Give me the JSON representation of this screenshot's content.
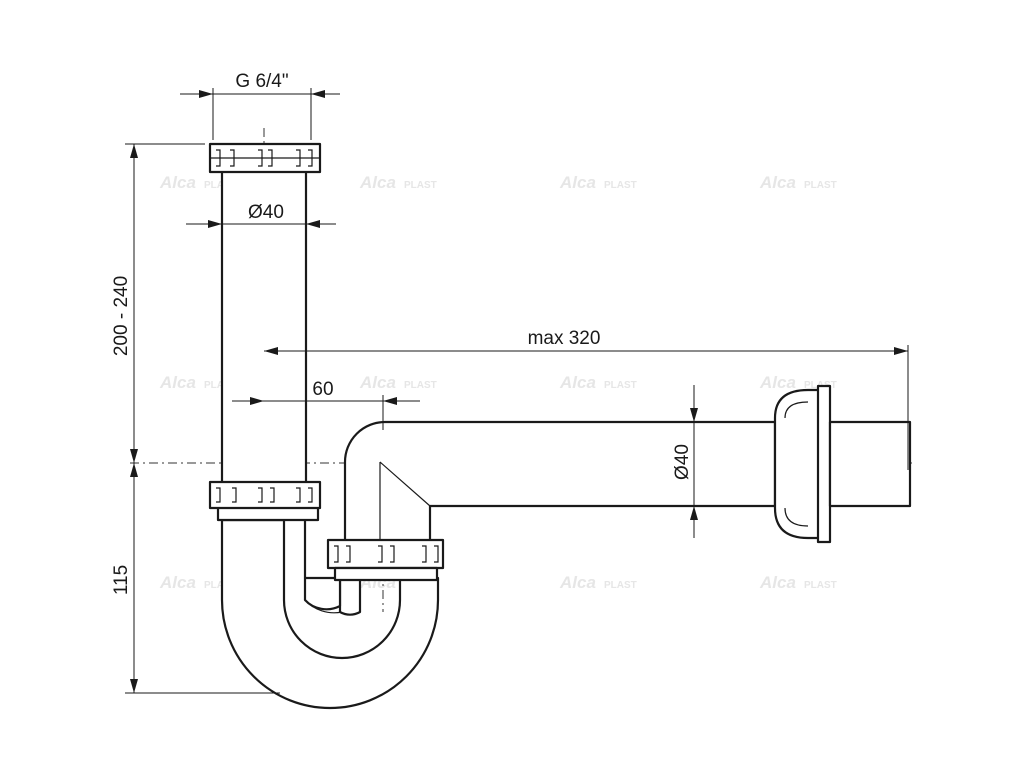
{
  "dimensions": {
    "thread": "G 6/4\"",
    "vertical_diameter": "Ø40",
    "height_range": "200 - 240",
    "max_length": "max 320",
    "offset": "60",
    "horizontal_diameter": "Ø40",
    "trap_height": "115"
  },
  "watermark": {
    "brand_main": "Alca",
    "brand_sub": "PLAST"
  }
}
